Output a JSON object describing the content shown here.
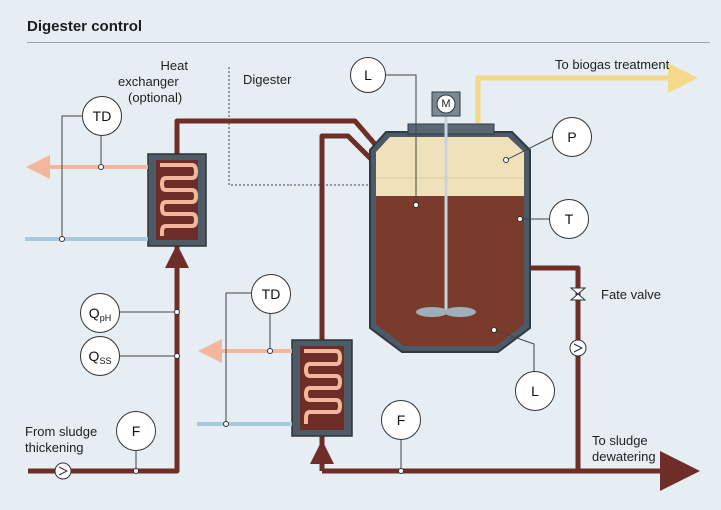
{
  "title": "Digester control",
  "labels": {
    "heat_exchanger_line1": "Heat",
    "heat_exchanger_line2": "exchanger",
    "heat_exchanger_line3": "(optional)",
    "digester": "Digester",
    "to_biogas": "To biogas treatment",
    "fate_valve": "Fate valve",
    "from_sludge_line1": "From sludge",
    "from_sludge_line2": "thickening",
    "to_dewatering_line1": "To sludge",
    "to_dewatering_line2": "dewatering"
  },
  "instruments": {
    "td_top": "TD",
    "td_bottom": "TD",
    "level_top": "L",
    "level_bottom": "L",
    "pressure": "P",
    "temperature": "T",
    "flow_left": "F",
    "flow_bottom": "F",
    "q_ph_main": "Q",
    "q_ph_sub": "pH",
    "q_ss_main": "Q",
    "q_ss_sub": "SS",
    "motor": "M"
  },
  "colors": {
    "sludge_pipe": "#6e2d26",
    "hot_line": "#f3b79e",
    "cold_line": "#a8c9dc",
    "gas_line": "#f3d98a",
    "vessel_liquid": "#7a3a2c",
    "vessel_gas": "#efe2bb",
    "vessel_wall": "#4b5a66"
  }
}
